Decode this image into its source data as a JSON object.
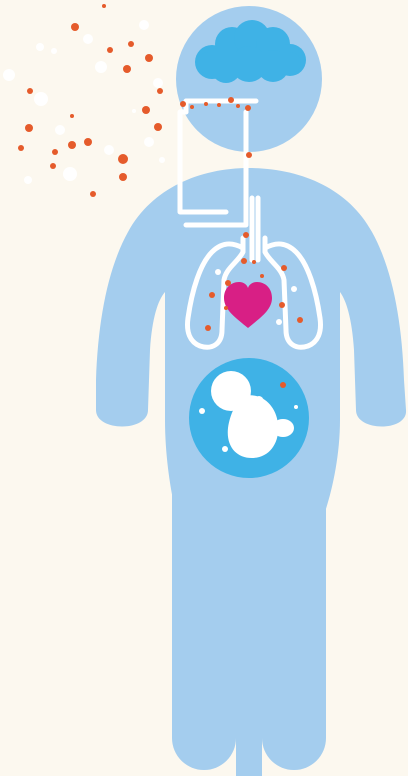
{
  "colors": {
    "background": "#fcf8ef",
    "body": "#a4cdee",
    "brain_cloud": "#3fb2e6",
    "womb": "#3fb2e6",
    "outline": "#ffffff",
    "heart": "#d81f85",
    "particle": "#e55b2b",
    "particle_light": "#ffffff"
  },
  "icons": {
    "head": "head-circle",
    "brain": "cloud-brain-icon",
    "airway": "airway-tube-icon",
    "lungs": "lungs-outline-icon",
    "heart": "heart-icon",
    "fetus": "fetus-icon",
    "womb": "womb-circle",
    "particles": "air-pollution-particles"
  }
}
